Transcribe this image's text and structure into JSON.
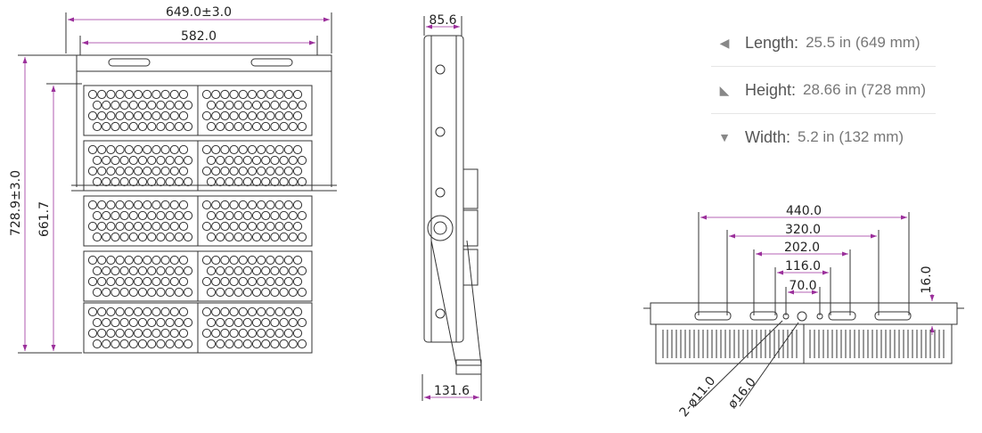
{
  "front_view": {
    "overall_length": "649.0±3.0",
    "inner_length": "582.0",
    "overall_height": "728.9±3.0",
    "inner_height": "661.7"
  },
  "side_view": {
    "top_depth": "85.6",
    "bottom_depth": "131.6"
  },
  "bracket_view": {
    "spacing_1": "440.0",
    "spacing_2": "320.0",
    "spacing_3": "202.0",
    "spacing_4": "116.0",
    "spacing_5": "70.0",
    "thickness": "16.0",
    "hole_small": "2-ø11.0",
    "hole_large": "ø16.0"
  },
  "specs": [
    {
      "icon": "length-icon",
      "label": "Length:",
      "value": "25.5 in (649 mm)"
    },
    {
      "icon": "height-icon",
      "label": "Height:",
      "value": "28.66 in (728 mm)"
    },
    {
      "icon": "width-icon",
      "label": "Width:",
      "value": "5.2 in (132 mm)"
    }
  ]
}
